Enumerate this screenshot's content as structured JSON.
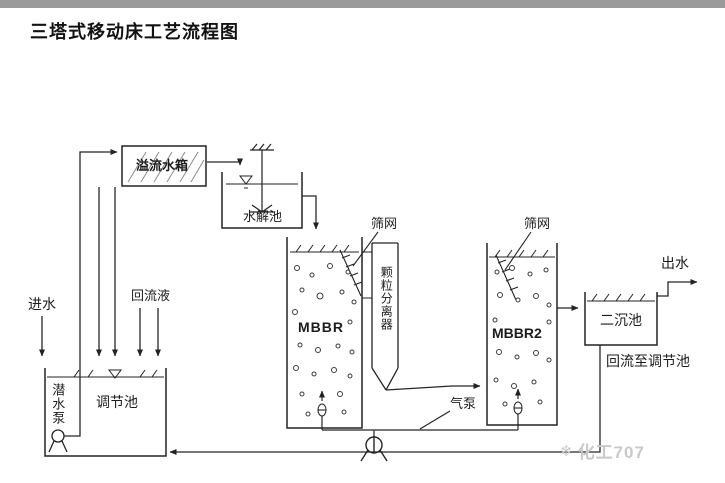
{
  "page": {
    "title": "三塔式移动床工艺流程图",
    "watermark": {
      "icon": "❄",
      "text": "化工707"
    }
  },
  "diagram": {
    "labels": {
      "overflow_tank": "溢流水箱",
      "hydrolysis_tank": "水解池",
      "influent": "进水",
      "reflux_liquid": "回流液",
      "regulating_tank": "调节池",
      "submersible_pump": "潜水泵",
      "screen_1": "筛网",
      "screen_2": "筛网",
      "mbbr_1": "MBBR",
      "particle_separator": "颗粒分离器",
      "air_pump": "气泵",
      "mbbr_2": "MBBR2",
      "secondary_clarifier": "二沉池",
      "effluent": "出水",
      "return_line": "回流至调节池"
    }
  }
}
